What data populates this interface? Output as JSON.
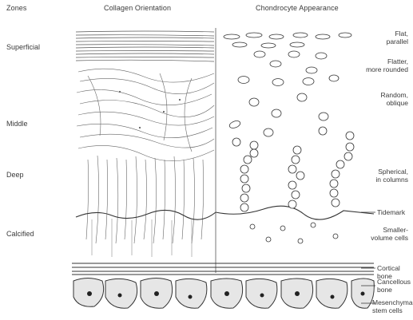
{
  "headers": {
    "zones": "Zones",
    "collagen": "Collagen Orientation",
    "chondrocyte": "Chondrocyte Appearance"
  },
  "zones": {
    "superficial": "Superficial",
    "middle": "Middle",
    "deep": "Deep",
    "calcified": "Calcified"
  },
  "appearance": {
    "flat": [
      "Flat,",
      "parallel"
    ],
    "flatter": [
      "Flatter,",
      "more rounded"
    ],
    "random": [
      "Random,",
      "oblique"
    ],
    "spherical": [
      "Spherical,",
      "in columns"
    ],
    "tidemark": "Tidemark",
    "smaller": [
      "Smaller-",
      "volume cells"
    ]
  },
  "bone_labels": {
    "cortical": "Cortical bone",
    "cancellous": [
      "Cancellous",
      "bone"
    ],
    "mesenchymal": [
      "Mesenchymal",
      "stem cells"
    ]
  },
  "colors": {
    "ink": "#3a3a3a",
    "background": "#ffffff"
  }
}
